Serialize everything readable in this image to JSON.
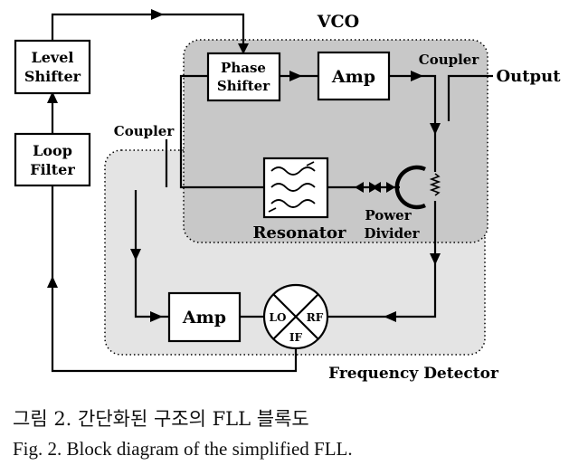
{
  "regions": {
    "vco": "VCO",
    "frequency_detector": "Frequency Detector"
  },
  "blocks": {
    "level_shifter": [
      "Level",
      "Shifter"
    ],
    "loop_filter": [
      "Loop",
      "Filter"
    ],
    "phase_shifter": [
      "Phase",
      "Shifter"
    ],
    "amp_vco": "Amp",
    "amp_fd": "Amp",
    "resonator": "Resonator",
    "power_divider": [
      "Power",
      "Divider"
    ],
    "mixer_ports": {
      "lo": "LO",
      "rf": "RF",
      "if": "IF"
    }
  },
  "labels": {
    "coupler_top": "Coupler",
    "coupler_left": "Coupler",
    "output": "Output"
  },
  "caption": {
    "korean": "그림 2. 간단화된 구조의 FLL 블록도",
    "english": "Fig. 2. Block diagram of the simplified FLL."
  },
  "colors": {
    "vco_fill": "#c8c8c8",
    "fd_fill": "#e4e4e4",
    "block_fill": "#ffffff",
    "line": "#000000"
  }
}
